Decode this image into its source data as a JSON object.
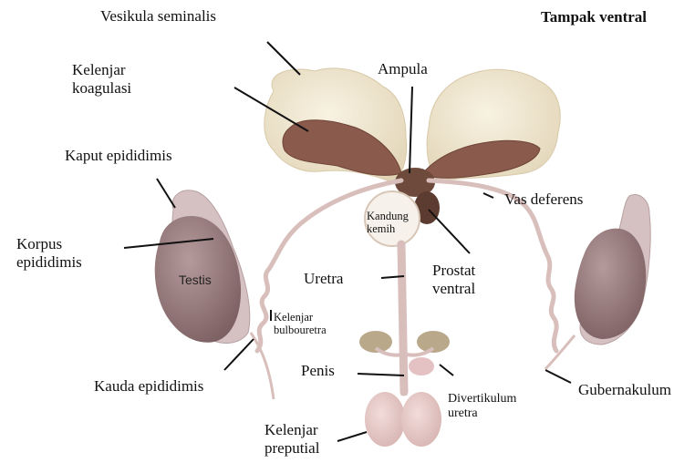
{
  "title": "Tampak ventral",
  "labels": {
    "vesikula_seminalis": "Vesikula seminalis",
    "kelenjar_koagulasi": [
      "Kelenjar",
      "koagulasi"
    ],
    "ampula": "Ampula",
    "kaput_epididimis": "Kaput epididimis",
    "korpus_epididimis": [
      "Korpus",
      "epididimis"
    ],
    "testis": "Testis",
    "kandung_kemih": [
      "Kandung",
      "kemih"
    ],
    "vas_deferens": "Vas deferens",
    "prostat_ventral": [
      "Prostat",
      "ventral"
    ],
    "uretra": "Uretra",
    "kelenjar_bulbouretra": [
      "Kelenjar",
      "bulbouretra"
    ],
    "penis": "Penis",
    "kauda_epididimis": "Kauda epididimis",
    "divertikulum_uretra": [
      "Divertikulum",
      "uretra"
    ],
    "gubernakulum": "Gubernakulum",
    "kelenjar_preputial": [
      "Kelenjar",
      "preputial"
    ]
  },
  "colors": {
    "vesicle": "#efe6cf",
    "coagulating_gland": "#8a5a4c",
    "duct": "#d9bfbc",
    "testis": "#8f7274",
    "prostate": "#6e4a3c",
    "bladder": "#f6f1ea",
    "bulbourethral": "#b9a88a",
    "preputial": "#e7cccb"
  }
}
